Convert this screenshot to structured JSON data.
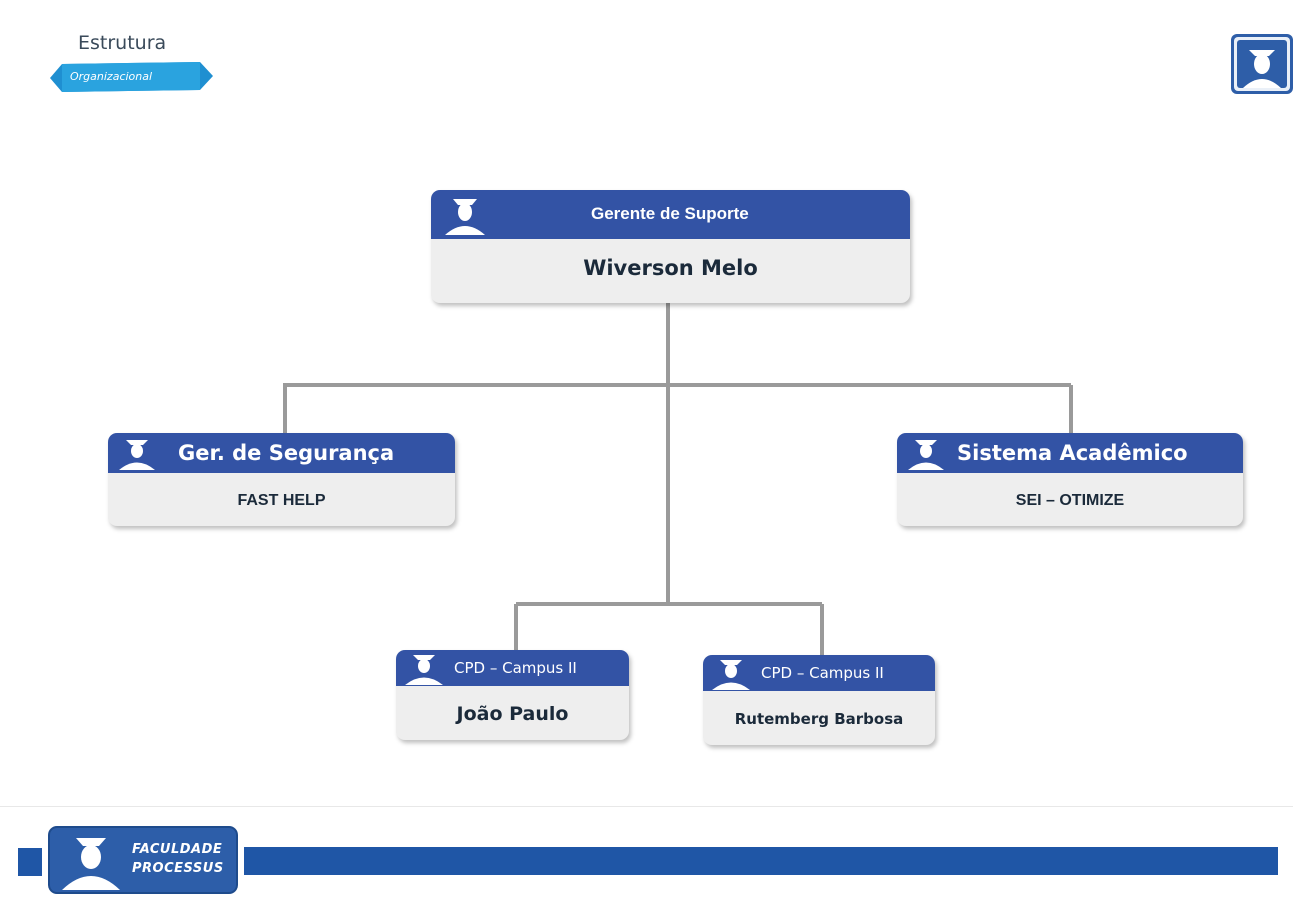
{
  "header": {
    "badge_title": "Estrutura",
    "badge_label": "Organizacional"
  },
  "org_chart": {
    "root": {
      "role": "Gerente  de Suporte",
      "name": "Wiverson Melo"
    },
    "left": {
      "role": "Ger. de Segurança",
      "name": "FAST HELP"
    },
    "right": {
      "role": "Sistema Acadêmico",
      "name": "SEI – OTIMIZE"
    },
    "bottom_left": {
      "role": "CPD – Campus II",
      "name": "João Paulo"
    },
    "bottom_right": {
      "role": "CPD – Campus II",
      "name": "Rutemberg Barbosa"
    }
  },
  "footer": {
    "logo_line1": "FACULDADE",
    "logo_line2": "PROCESSUS"
  },
  "colors": {
    "card_header": "#3353a5",
    "card_body": "#eeeeee",
    "connector": "#9a9a9a",
    "footer_bar": "#1f56a6"
  },
  "icons": {
    "person": "graduate-person-icon",
    "badge": "ribbon-badge",
    "logo": "faculdade-logo"
  }
}
